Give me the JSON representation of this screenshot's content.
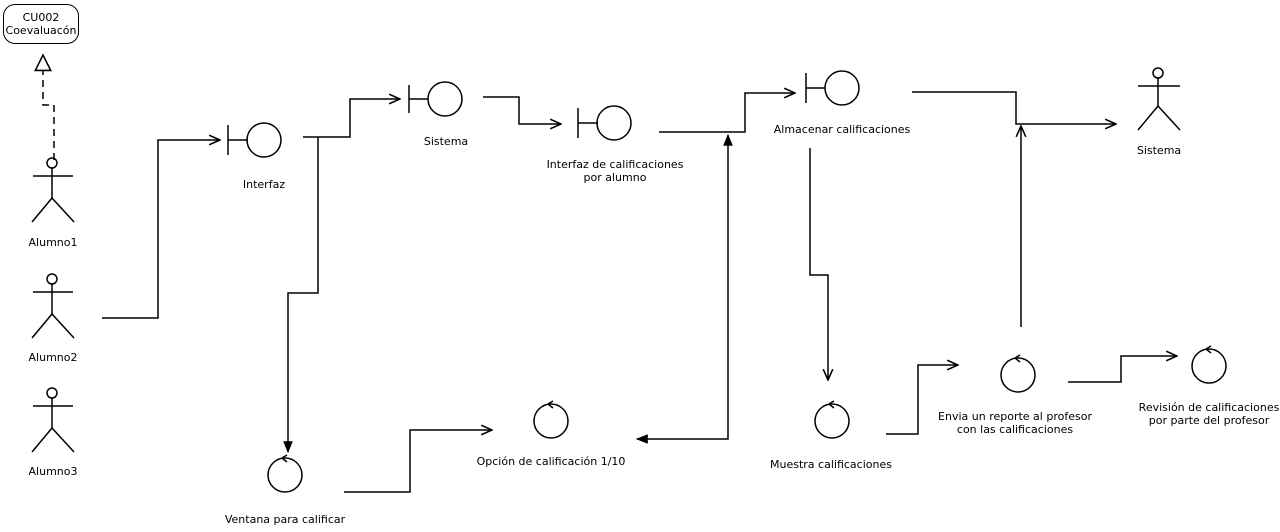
{
  "use_case": {
    "code": "CU002",
    "name": "Coevaluacón"
  },
  "actors": {
    "alumno1": "Alumno1",
    "alumno2": "Alumno2",
    "alumno3": "Alumno3",
    "sistema": "Sistema"
  },
  "boundaries": {
    "interfaz": "Interfaz",
    "sistema": "Sistema",
    "interfaz_calif_line1": "Interfaz de calificaciones",
    "interfaz_calif_line2": "por alumno",
    "almacenar": "Almacenar calificaciones"
  },
  "controls": {
    "ventana": "Ventana para calificar",
    "opcion": "Opción de calificación 1/10",
    "muestra": "Muestra calificaciones",
    "envia_line1": "Envia un reporte al profesor",
    "envia_line2": "con las calificaciones",
    "revision_line1": "Revisión de calificaciones",
    "revision_line2": "por parte del profesor"
  },
  "colors": {
    "stroke": "#000000",
    "background": "#ffffff"
  }
}
